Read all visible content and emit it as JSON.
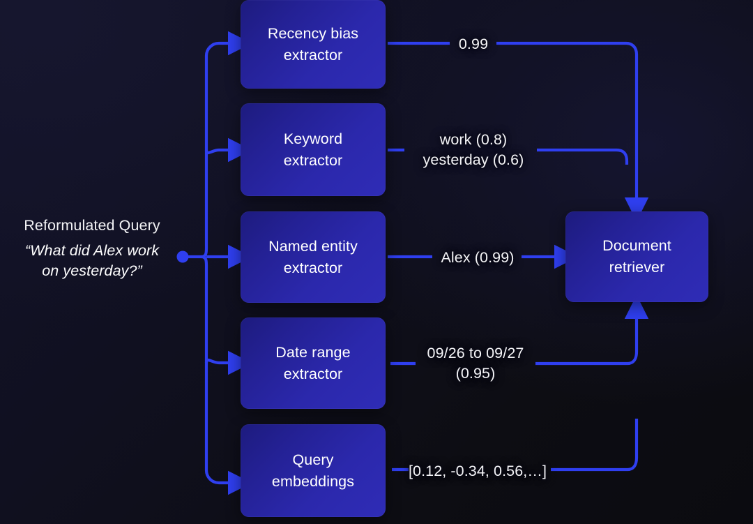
{
  "diagram": {
    "title": "Reformulated query extraction fan-out to document retriever",
    "accent_color": "#2f3ff0",
    "node_color": "#2a26a8",
    "background_color": "#0e0e14",
    "text_color": "#f2f2f5"
  },
  "source": {
    "title": "Reformulated Query",
    "query": "“What did Alex work\non yesterday?”"
  },
  "extractors": [
    {
      "id": "recency-bias-extractor",
      "label": "Recency bias\nextractor",
      "output": "0.99"
    },
    {
      "id": "keyword-extractor",
      "label": "Keyword\nextractor",
      "output": "work (0.8)\nyesterday (0.6)"
    },
    {
      "id": "named-entity-extractor",
      "label": "Named entity\nextractor",
      "output": "Alex (0.99)"
    },
    {
      "id": "date-range-extractor",
      "label": "Date range\nextractor",
      "output": "09/26 to 09/27\n(0.95)"
    },
    {
      "id": "query-embeddings",
      "label": "Query\nembeddings",
      "output": "[0.12, -0.34, 0.56,…]"
    }
  ],
  "sink": {
    "id": "document-retriever",
    "label": "Document\nretriever"
  }
}
